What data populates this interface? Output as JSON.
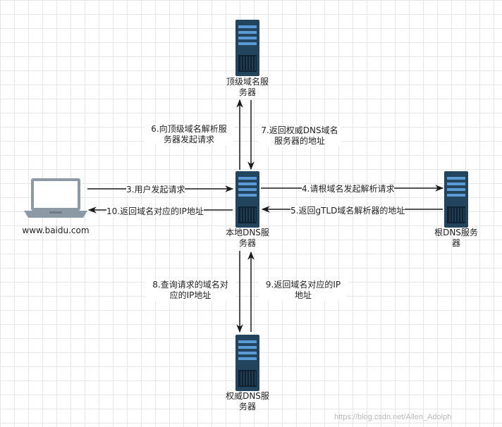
{
  "nodes": {
    "client": {
      "label": "www.baidu.com"
    },
    "local_dns": {
      "label_line1": "本地DNS服",
      "label_line2": "务器"
    },
    "tld_server": {
      "label_line1": "顶级域名服",
      "label_line2": "务器"
    },
    "root_dns": {
      "label_line1": "根DNS服务",
      "label_line2": "器"
    },
    "auth_dns": {
      "label_line1": "权威DNS服",
      "label_line2": "务器"
    }
  },
  "edges": {
    "e3": "3.用户发起请求",
    "e10": "10.返回域名对应的IP地址",
    "e4": "4.请根域名发起解析请求",
    "e5": "5.返回gTLD域名解析器的地址",
    "e6_line1": "6.向顶级域名解析服",
    "e6_line2": "务器发起请求",
    "e7_line1": "7.返回权威DNS域名",
    "e7_line2": "服务器的地址",
    "e8_line1": "8.查询请求的域名对",
    "e8_line2": "应的IP地址",
    "e9_line1": "9.返回域名对应的IP",
    "e9_line2": "地址"
  },
  "watermark": "https://blog.csdn.net/Allen_Adolph",
  "colors": {
    "server_body": "#23445d",
    "server_slot": "#5b9bd5",
    "laptop_body": "#8c9aa6",
    "laptop_screen": "#ffffff",
    "arrow": "#1a1a1a"
  }
}
